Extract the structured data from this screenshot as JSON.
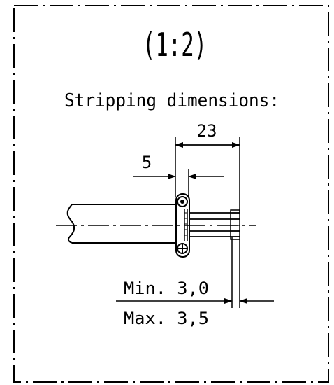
{
  "scale": "(1:2)",
  "heading": "Stripping dimensions:",
  "dimensions": {
    "overall_length": "23",
    "jacket_offset": "5",
    "min_label": "Min. 3,0",
    "max_label": "Max. 3,5"
  },
  "colors": {
    "ink": "#000000",
    "background": "#ffffff"
  }
}
